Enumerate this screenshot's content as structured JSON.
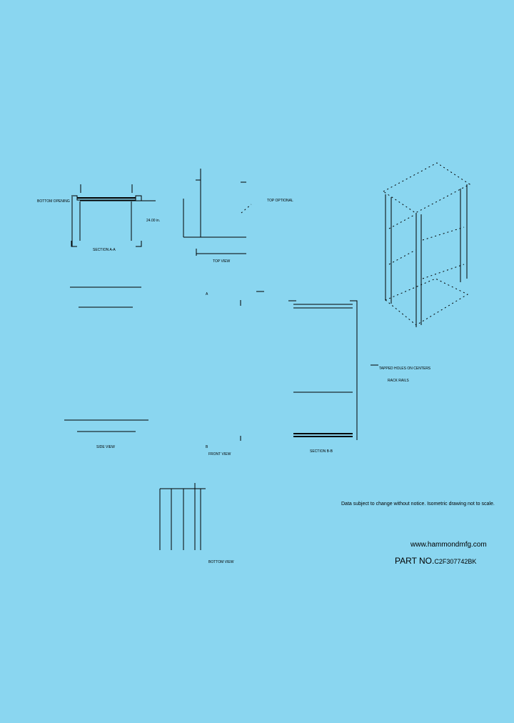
{
  "labels": {
    "section_aa": "SECTION A-A",
    "bottom_opening": "BOTTOM OPENING",
    "top_optional": "TOP OPTIONAL",
    "dim_24": "24.00 in.",
    "front_view": "FRONT VIEW",
    "bottom_view": "BOTTOM VIEW",
    "section_b": "SECTION B-B",
    "top_view": "TOP VIEW",
    "side_view": "SIDE VIEW",
    "mark_a": "A",
    "mark_b": "B",
    "tapped_note": [
      "TAPPED HOLES ON CENTERS",
      "RACK RAILS"
    ]
  },
  "footer": {
    "disclaimer": "Data subject to change without notice. Isometric drawing not to scale.",
    "website": "www.hammondmfg.com",
    "part_label": "PART NO.",
    "part_number": "C2F307742BK"
  }
}
